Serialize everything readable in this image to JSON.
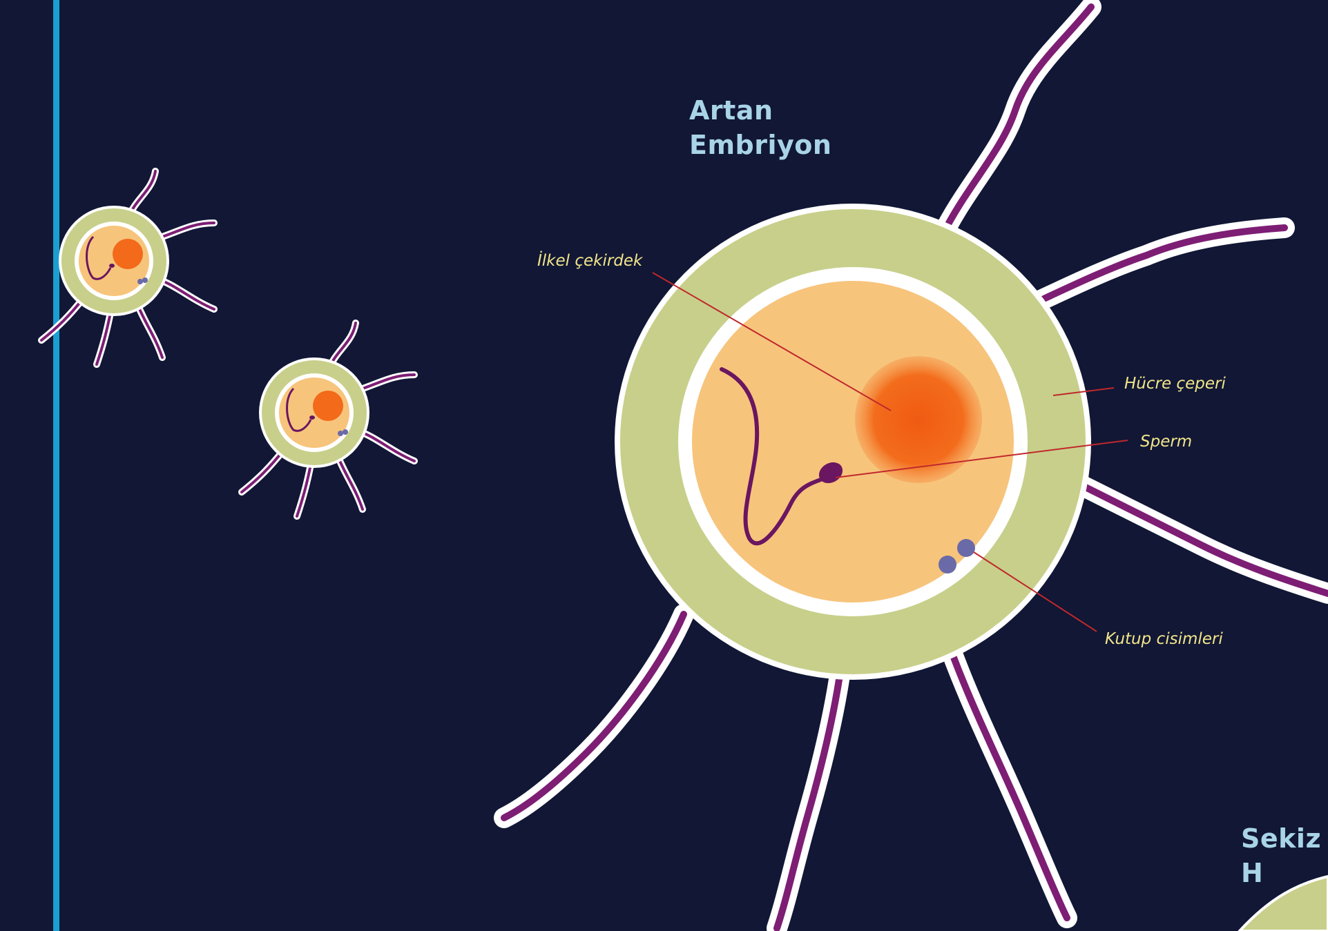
{
  "headings": {
    "artan_line1": "Artan",
    "artan_line2": "Embriyon",
    "sekiz": "Sekiz H"
  },
  "labels": {
    "ilkel_cekirdek": "İlkel çekirdek",
    "hucre_ceperi": "Hücre çeperi",
    "sperm": "Sperm",
    "kutup_cisimleri": "Kutup cisimleri"
  },
  "colors": {
    "background": "#111735",
    "accent_line": "#1a9fd0",
    "heading": "#a9d4e8",
    "label": "#f2e58a",
    "leader_line": "#c0282c",
    "cell_wall": "#c8cf8a",
    "cytoplasm": "#f7c47c",
    "nucleus": "#f26a1a",
    "sperm": "#6a1660",
    "polar_bodies": "#6a6aa8",
    "process": "#7d1e74"
  }
}
